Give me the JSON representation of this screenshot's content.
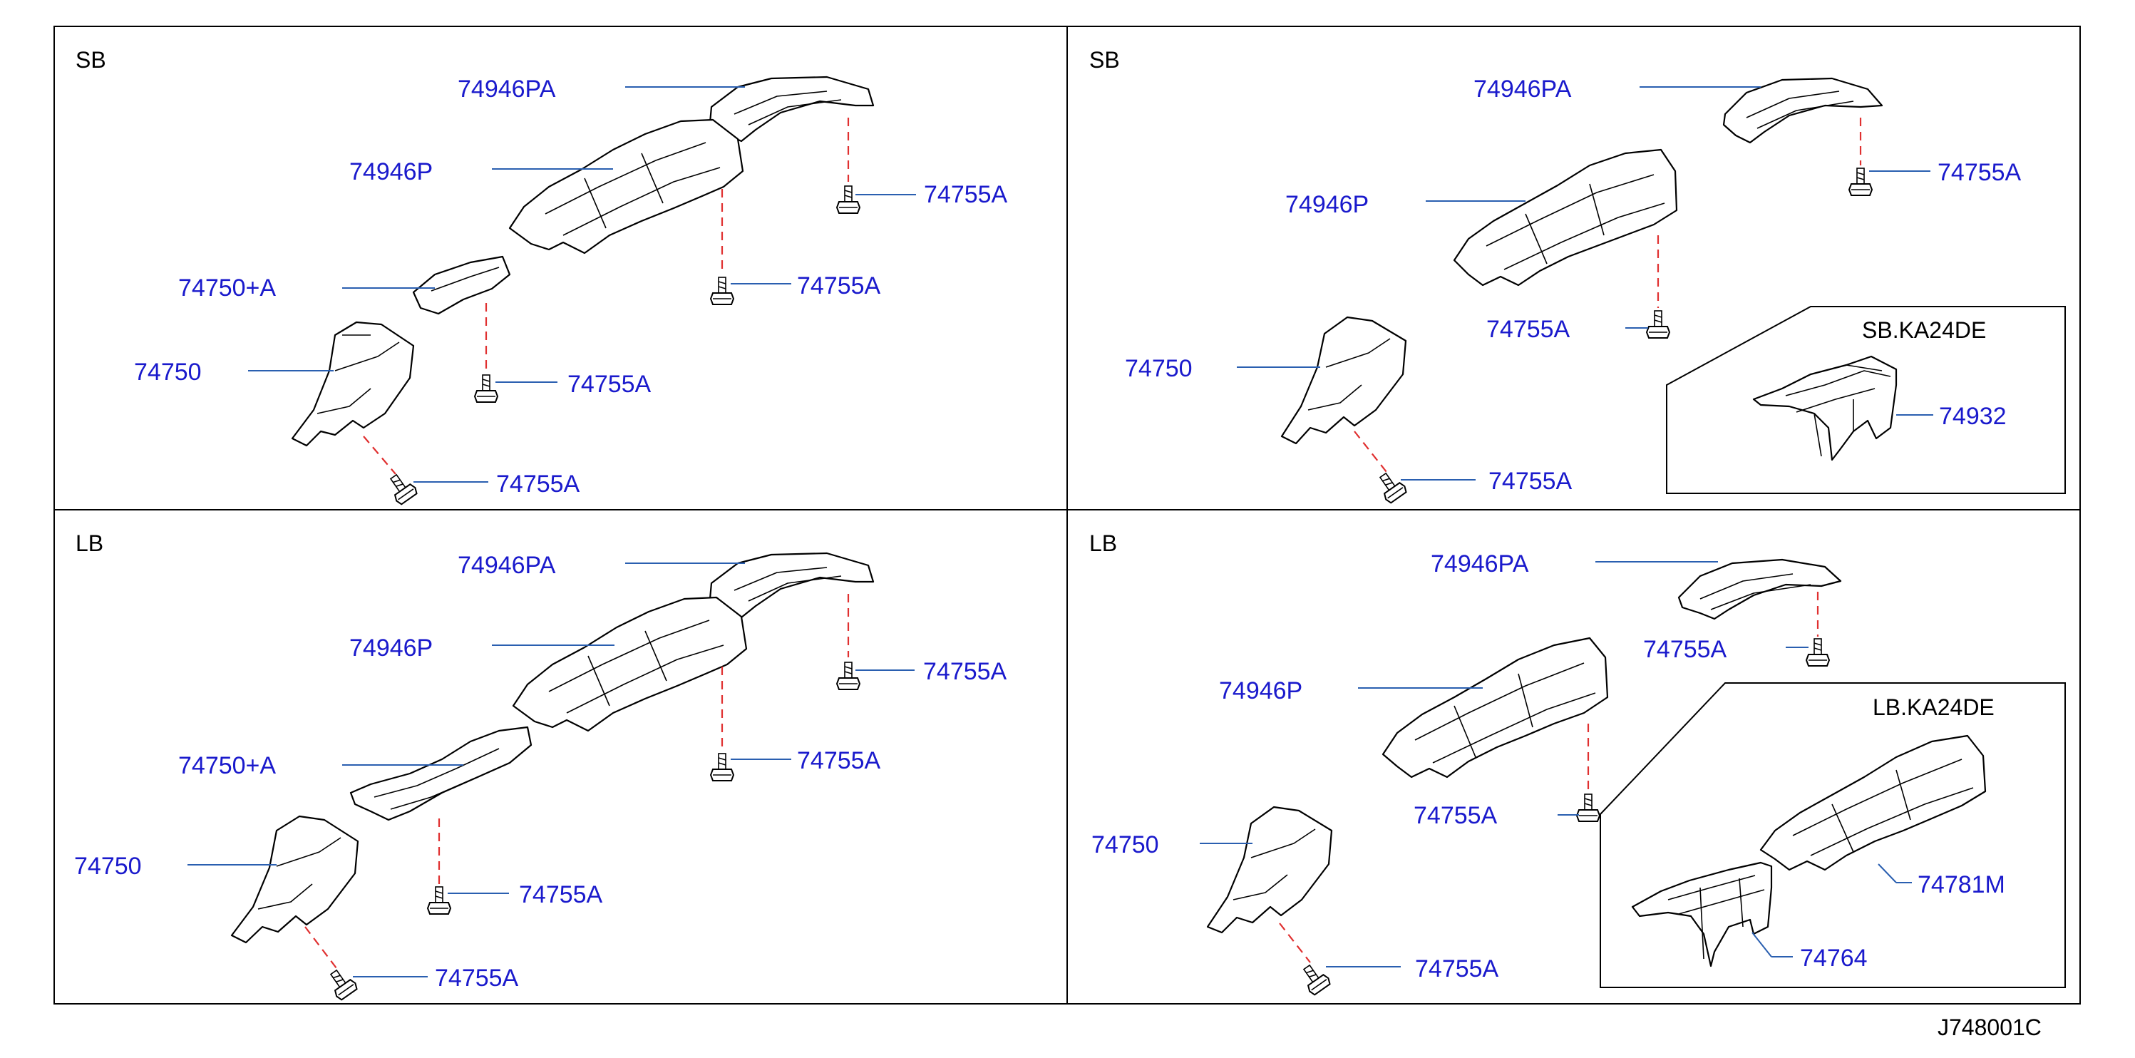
{
  "diagram_code": "J748001C",
  "panels": [
    {
      "id": "sb-left",
      "section": "SB",
      "labels": [
        "74946PA",
        "74946P",
        "74755A",
        "74755A",
        "74750+A",
        "74755A",
        "74750",
        "74755A"
      ]
    },
    {
      "id": "sb-right",
      "section": "SB",
      "labels": [
        "74946PA",
        "74755A",
        "74946P",
        "74755A",
        "74750",
        "74755A"
      ],
      "inset": {
        "title": "SB.KA24DE",
        "labels": [
          "74932"
        ]
      }
    },
    {
      "id": "lb-left",
      "section": "LB",
      "labels": [
        "74946PA",
        "74946P",
        "74755A",
        "74755A",
        "74750+A",
        "74755A",
        "74750",
        "74755A"
      ]
    },
    {
      "id": "lb-right",
      "section": "LB",
      "labels": [
        "74946PA",
        "74755A",
        "74946P",
        "74755A",
        "74750",
        "74755A"
      ],
      "inset": {
        "title": "LB.KA24DE",
        "labels": [
          "74781M",
          "74764"
        ]
      }
    }
  ]
}
